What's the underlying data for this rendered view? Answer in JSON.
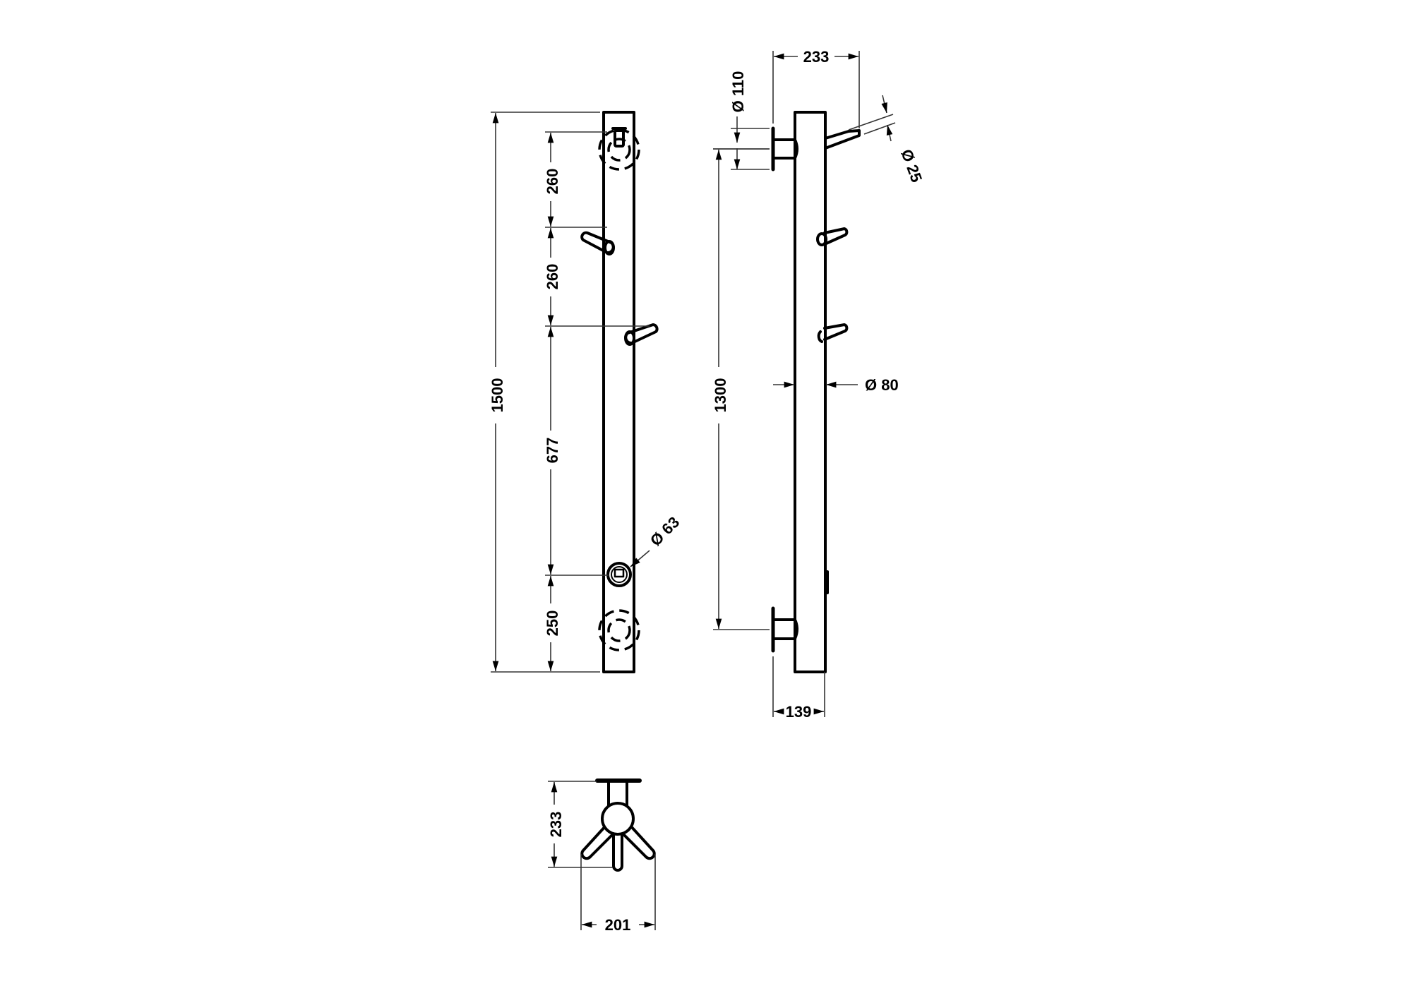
{
  "drawing": {
    "title": "",
    "units": "mm",
    "front_view": {
      "dimensions": {
        "overall_height": "1500",
        "spacing_1": "260",
        "spacing_2": "260",
        "spacing_3": "677",
        "spacing_4": "250",
        "outlet_diameter": "Ø 63"
      }
    },
    "side_view": {
      "dimensions": {
        "projection": "233",
        "flange_diameter": "Ø 110",
        "hook_diameter": "Ø 25",
        "bracket_spacing": "1300",
        "column_diameter": "Ø 80",
        "depth": "139"
      }
    },
    "top_view": {
      "dimensions": {
        "depth": "233",
        "width": "201"
      }
    }
  }
}
